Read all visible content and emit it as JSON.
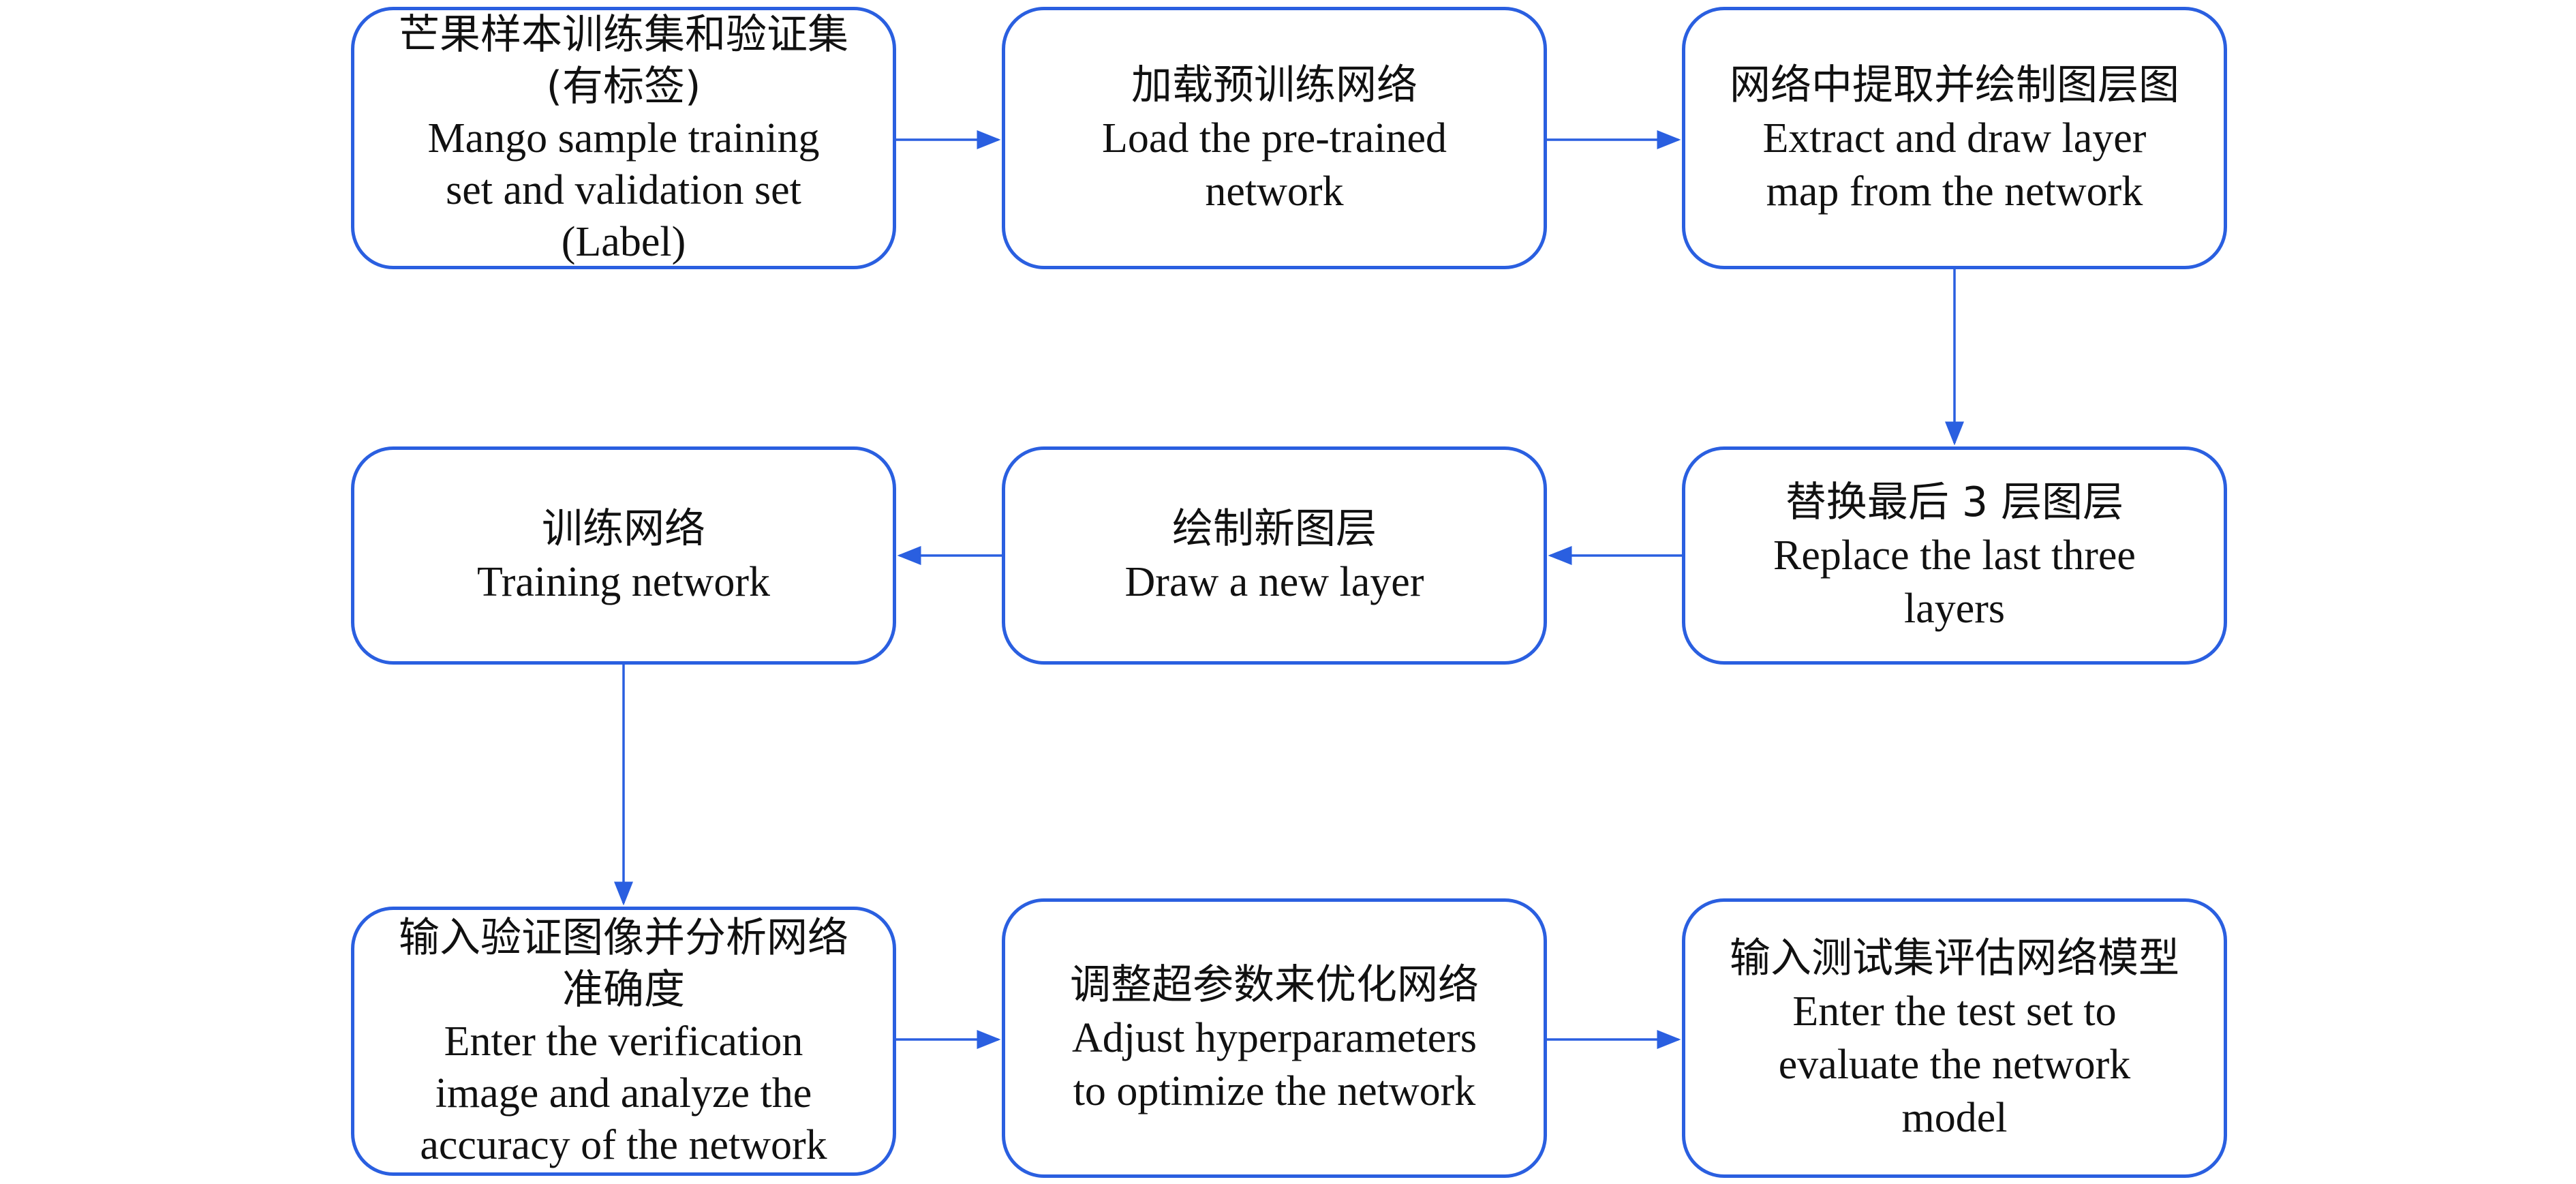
{
  "colors": {
    "border": "#2a5fe0",
    "arrow": "#2a5fe0",
    "text": "#111111",
    "background": "#ffffff"
  },
  "nodes": {
    "n1": {
      "lines": [
        "芒果样本训练集和验证集",
        "(有标签)",
        "Mango sample training",
        "set and validation set",
        "(Label)"
      ]
    },
    "n2": {
      "lines": [
        "加载预训练网络",
        "Load the pre-trained",
        "network"
      ]
    },
    "n3": {
      "lines": [
        "网络中提取并绘制图层图",
        "Extract and draw layer",
        "map from the network"
      ]
    },
    "n4": {
      "lines": [
        "替换最后  3 层图层",
        "Replace the last three",
        "layers"
      ]
    },
    "n5": {
      "lines": [
        "绘制新图层",
        "Draw a new layer"
      ]
    },
    "n6": {
      "lines": [
        "训练网络",
        "Training network"
      ]
    },
    "n7": {
      "lines": [
        "输入验证图像并分析网络",
        "准确度",
        "Enter the verification",
        "image and analyze the",
        "accuracy of the network"
      ]
    },
    "n8": {
      "lines": [
        "调整超参数来优化网络",
        "Adjust hyperparameters",
        "to optimize the network"
      ]
    },
    "n9": {
      "lines": [
        "输入测试集评估网络模型",
        "Enter the test set to",
        "evaluate the network",
        "model"
      ]
    }
  }
}
